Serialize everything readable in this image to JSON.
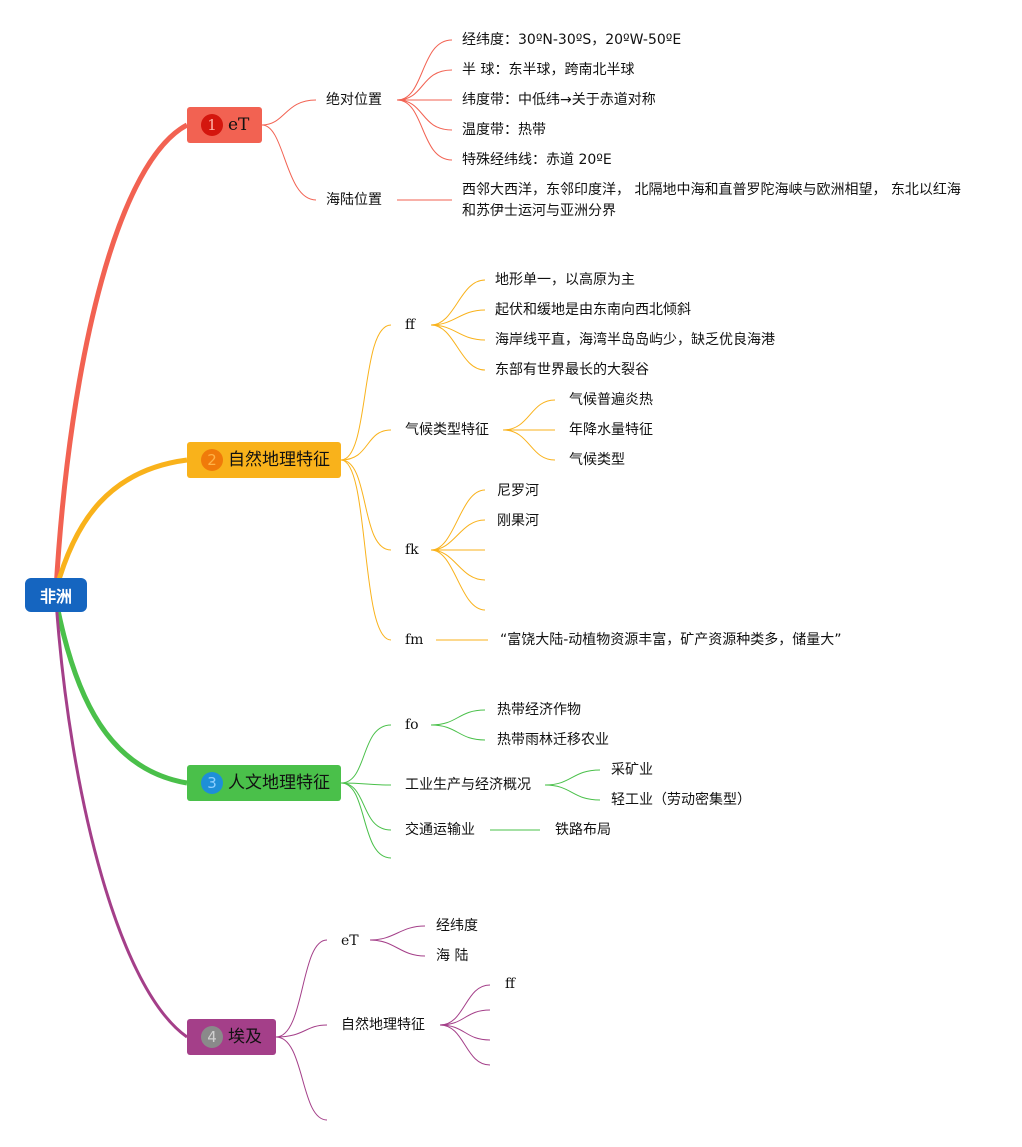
{
  "root": "非洲",
  "colors": {
    "root": "#1565c0",
    "b1": "#f26252",
    "b2": "#f9b21b",
    "b3": "#4ac04a",
    "b4": "#a43f89"
  },
  "branches": [
    {
      "num": "1",
      "label": "eT",
      "children": [
        {
          "label": "绝对位置",
          "items": [
            "经纬度：30ºN-30ºS，20ºW-50ºE",
            "半 球：东半球，跨南北半球",
            "纬度带：中低纬→关于赤道对称",
            "温度带：热带",
            "特殊经纬线：赤道 20ºE"
          ]
        },
        {
          "label": "海陆位置",
          "items": [
            "西邻大西洋，东邻印度洋， 北隔地中海和直普罗陀海峡与欧洲相望， 东北以红海和苏伊士运河与亚洲分界"
          ]
        }
      ]
    },
    {
      "num": "2",
      "label": "自然地理特征",
      "children": [
        {
          "label": "ff",
          "items": [
            "地形单一，以高原为主",
            "起伏和缓地是由东南向西北倾斜",
            "海岸线平直，海湾半岛岛屿少，缺乏优良海港",
            "东部有世界最长的大裂谷"
          ]
        },
        {
          "label": "气候类型特征",
          "items": [
            "气候普遍炎热",
            "年降水量特征",
            "气候类型"
          ]
        },
        {
          "label": "fk",
          "items": [
            "尼罗河",
            "刚果河"
          ]
        },
        {
          "label": "fm",
          "items": [
            "“富饶大陆-动植物资源丰富，矿产资源种类多，储量大”"
          ]
        }
      ]
    },
    {
      "num": "3",
      "label": "人文地理特征",
      "children": [
        {
          "label": "fo",
          "items": [
            "热带经济作物",
            "热带雨林迁移农业"
          ]
        },
        {
          "label": "工业生产与经济概况",
          "items": [
            "采矿业",
            "轻工业（劳动密集型）"
          ]
        },
        {
          "label": "交通运输业",
          "items": [
            "铁路布局"
          ]
        }
      ]
    },
    {
      "num": "4",
      "label": "埃及",
      "children": [
        {
          "label": "eT",
          "items": [
            "经纬度",
            "海 陆"
          ]
        },
        {
          "label": "自然地理特征",
          "items": [
            "ff"
          ]
        }
      ]
    }
  ]
}
